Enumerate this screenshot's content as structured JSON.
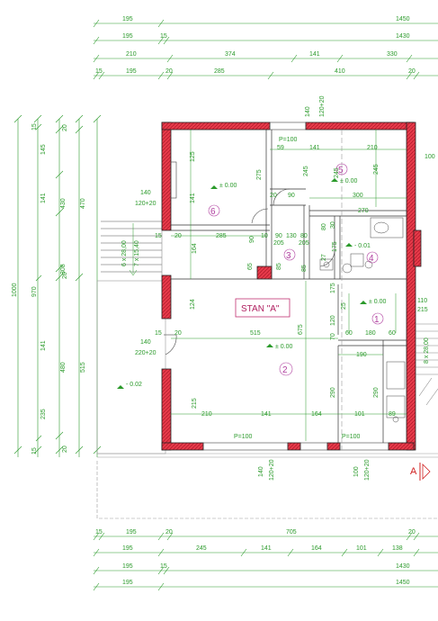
{
  "plan": {
    "unit_label": "STAN \"A\"",
    "section_marker": "A",
    "top_chains": [
      [
        "195",
        "1450"
      ],
      [
        "195",
        "15",
        "1430"
      ],
      [
        "210",
        "374",
        "141",
        "330"
      ],
      [
        "15",
        "195",
        "20",
        "285",
        "410",
        "20"
      ]
    ],
    "bottom_chains": [
      [
        "15",
        "195",
        "20",
        "705",
        "20"
      ],
      [
        "195",
        "245",
        "141",
        "164",
        "101",
        "138"
      ],
      [
        "195",
        "15",
        "1430"
      ],
      [
        "195",
        "1450"
      ]
    ],
    "left_chains": [
      [
        "15",
        "145",
        "20",
        "141",
        "20",
        "141",
        "20",
        "235",
        "15"
      ],
      [
        "430",
        "308",
        "480"
      ],
      [
        "470",
        "515"
      ],
      [
        "970"
      ],
      [
        "1000"
      ]
    ],
    "rooms": [
      {
        "id": "r1",
        "label": "1"
      },
      {
        "id": "r2",
        "label": "2"
      },
      {
        "id": "r3",
        "label": "3"
      },
      {
        "id": "r4",
        "label": "4"
      },
      {
        "id": "r5",
        "label": "5"
      },
      {
        "id": "r6",
        "label": "6"
      }
    ],
    "levels": {
      "l1": "± 0.00",
      "l2": "± 0.00",
      "l3": "± 0.00",
      "l4": "± 0.00",
      "l5": "- 0.01",
      "l6": "- 0.02"
    },
    "inner_dims": {
      "p100a": "P=100",
      "d59": "59",
      "d141a": "141",
      "d210a": "210",
      "d100": "100",
      "d140top": "140",
      "d12020top": "120+20",
      "d125": "125",
      "d275": "275",
      "d141b": "141",
      "d245a": "245",
      "d245b": "245",
      "d245c": "245",
      "d300": "300",
      "d20a": "20",
      "d90a": "90",
      "d140a": "140",
      "d12020a": "120+20",
      "d15a": "15",
      "d20b": "20",
      "d285": "285",
      "d90b": "90",
      "d10": "10",
      "d90c": "90",
      "d130": "130",
      "d80a": "80",
      "d205a": "205",
      "d205b": "205",
      "d80b": "80",
      "d30": "30",
      "d270": "270",
      "d164a": "164",
      "d65": "65",
      "d85a": "85",
      "d85b": "85",
      "d27": "27",
      "d175a": "175",
      "d6x": "6 x 28,00",
      "d7x": "7 x 15,40",
      "d124": "124",
      "d120": "120",
      "d25": "25",
      "d110": "110",
      "d215a": "215",
      "d140b": "140",
      "d22020": "220+20",
      "d15b": "15",
      "d20c": "20",
      "d515": "515",
      "d675": "675",
      "d70": "70",
      "d60a": "60",
      "d180": "180",
      "d60b": "60",
      "d190": "190",
      "d215b": "215",
      "d210b": "210",
      "d141c": "141",
      "d164b": "164",
      "d290a": "290",
      "d290b": "290",
      "d101": "101",
      "d89": "89",
      "p100b": "P=100",
      "p100c": "P=100",
      "d140c": "140",
      "d12020b": "120+20",
      "d100b": "100",
      "d12020c": "120+20",
      "d8x": "8 x 28,00",
      "d175b": "175"
    }
  }
}
